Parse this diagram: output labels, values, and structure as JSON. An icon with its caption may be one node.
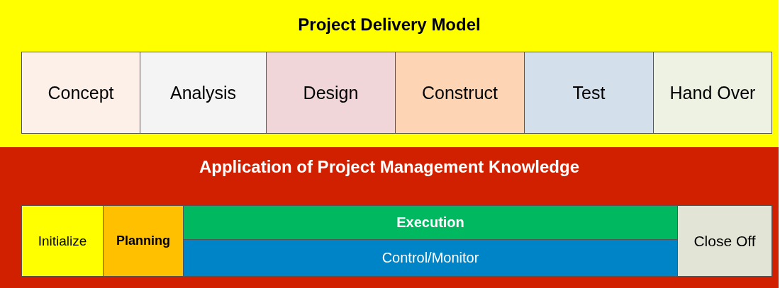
{
  "diagram": {
    "nodes": [
      {
        "text": [
          "Project Delivery Model"
        ]
      },
      {
        "text": [
          "Concept"
        ],
        "in": 0
      },
      {
        "text": [
          "Analysis"
        ],
        "in": 0
      },
      {
        "text": [
          "Design"
        ],
        "in": 0
      },
      {
        "text": [
          "Construct"
        ],
        "in": 0
      },
      {
        "text": [
          "Test"
        ],
        "in": 0
      },
      {
        "text": [
          "Hand Over"
        ],
        "in": 0
      },
      {
        "text": [
          "Application of Project Management Knowledge"
        ]
      },
      {
        "text": [
          "Initialize"
        ],
        "in": 7
      },
      {
        "text": [
          "Planning"
        ],
        "in": 7
      },
      {
        "text": [
          "Execution"
        ],
        "in": 7
      },
      {
        "text": [
          "Control/Monitor"
        ],
        "in": 7
      },
      {
        "text": [
          "Close Off"
        ],
        "in": 7
      }
    ]
  }
}
